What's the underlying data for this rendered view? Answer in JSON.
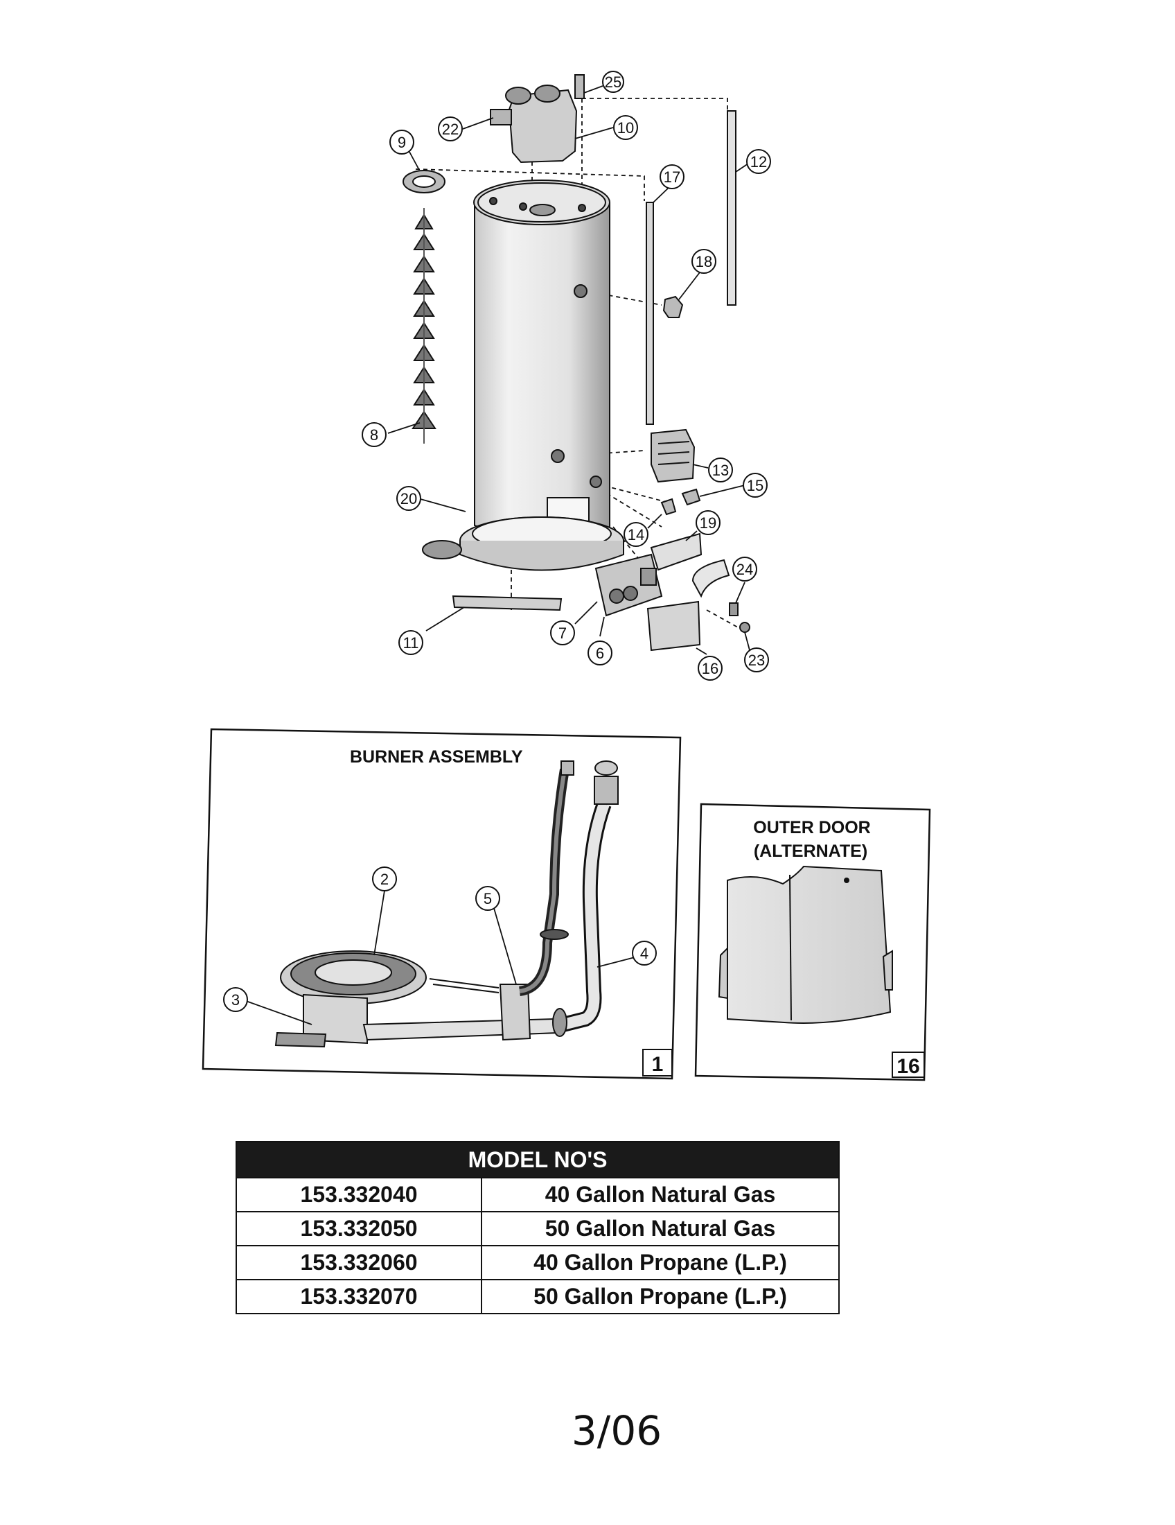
{
  "main_diagram": {
    "callouts": [
      "25",
      "22",
      "10",
      "9",
      "17",
      "12",
      "18",
      "8",
      "13",
      "15",
      "20",
      "14",
      "19",
      "24",
      "7",
      "6",
      "11",
      "16",
      "23"
    ]
  },
  "burner_assembly": {
    "title": "BURNER ASSEMBLY",
    "figure_number": "1",
    "callouts": [
      "2",
      "5",
      "4",
      "3"
    ]
  },
  "outer_door": {
    "title_line1": "OUTER DOOR",
    "title_line2": "(ALTERNATE)",
    "figure_number": "16"
  },
  "model_table": {
    "header": "MODEL NO'S",
    "rows": [
      {
        "model": "153.332040",
        "description": "40 Gallon Natural Gas"
      },
      {
        "model": "153.332050",
        "description": "50 Gallon Natural Gas"
      },
      {
        "model": "153.332060",
        "description": "40 Gallon Propane (L.P.)"
      },
      {
        "model": "153.332070",
        "description": "50 Gallon Propane (L.P.)"
      }
    ]
  },
  "page_number": "3/06"
}
